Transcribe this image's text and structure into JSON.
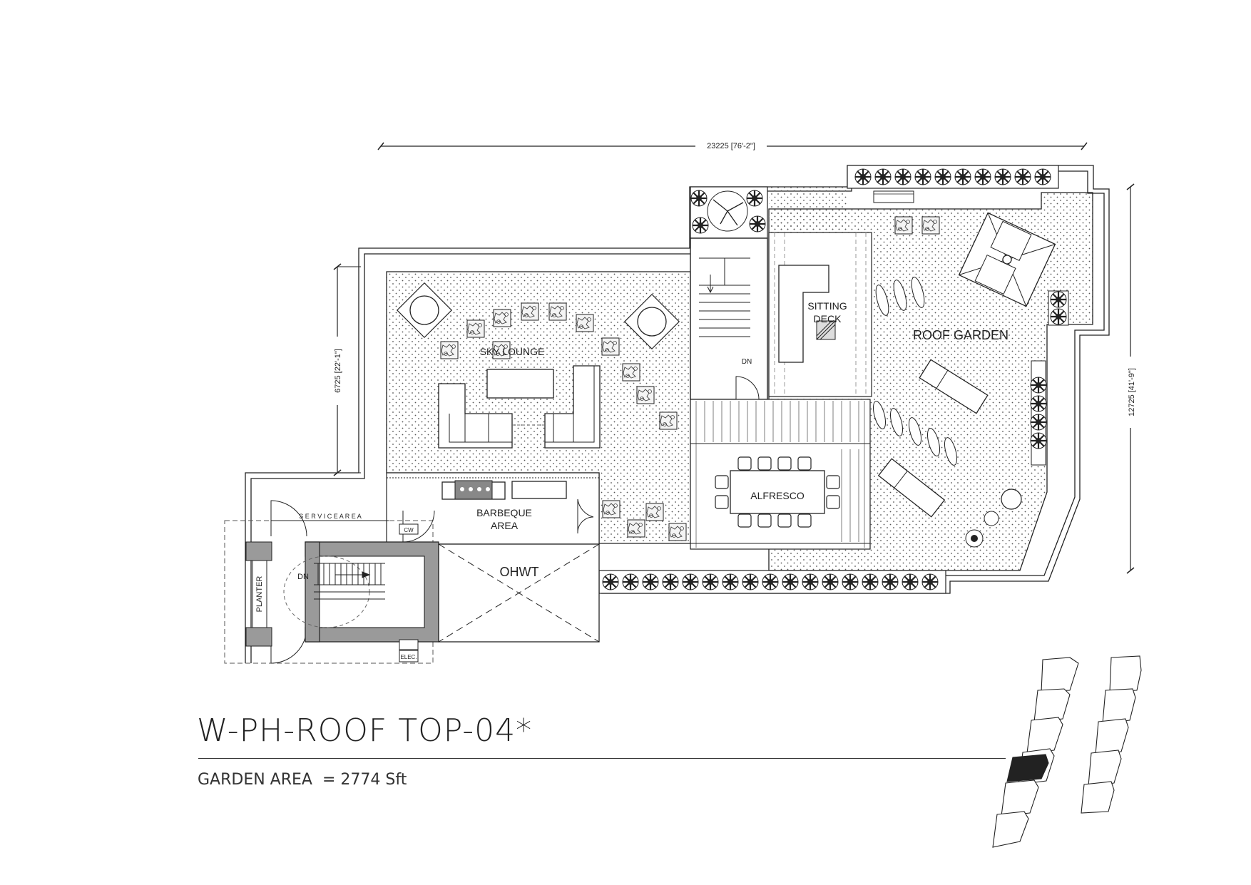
{
  "drawing": {
    "title": "W-PH-ROOF TOP-04*",
    "garden_area_label": "GARDEN AREA",
    "garden_area_value": "= 2774 Sft"
  },
  "dimensions": {
    "overall_width": "23225 [76'-2\"]",
    "overall_depth": "12725 [41'-9\"]",
    "lounge_depth": "6725 [22'-1\"]"
  },
  "rooms": {
    "sky_lounge": "SKY LOUNGE",
    "sitting_deck_1": "SITTING",
    "sitting_deck_2": "DECK",
    "roof_garden": "ROOF GARDEN",
    "alfresco": "ALFRESCO",
    "barbeque_1": "BARBEQUE",
    "barbeque_2": "AREA",
    "ohwt": "OHWT",
    "service_area": "S E R V I C E   A R E A",
    "planter": "PLANTER",
    "cw": "CW",
    "elec": "ELEC.",
    "stair_dn_main": "DN",
    "stair_dn_upper": "DN"
  },
  "colors": {
    "line": "#222222",
    "wall_fill": "#9a9a9a",
    "key_highlight": "#222222"
  },
  "key_plan": {
    "highlighted_unit": "W-PH-ROOF TOP-04"
  }
}
